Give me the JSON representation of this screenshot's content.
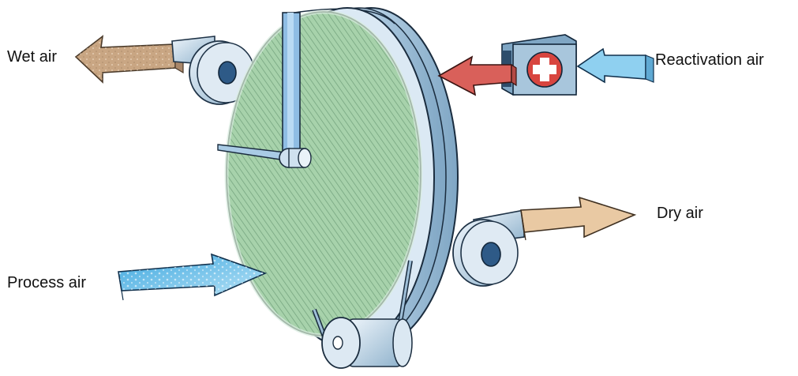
{
  "labels": {
    "wet_air": "Wet air",
    "reactivation_air": "Reactivation air",
    "dry_air": "Dry air",
    "process_air": "Process air"
  },
  "colors": {
    "wheel_media": "#9cc9a2",
    "wheel_rim": "#b9d3e6",
    "reactivation_flow": "#7fc3ea",
    "heated_flow": "#d9605a",
    "wet_flow": "#d6b89a",
    "dry_flow": "#e9c9a3",
    "process_flow": "#6ec1ea",
    "heater_cross": "#d8453f"
  },
  "icons": [
    "blower-fan-icon",
    "heater-icon",
    "motor-pulley-icon",
    "rotor-wheel-icon"
  ]
}
